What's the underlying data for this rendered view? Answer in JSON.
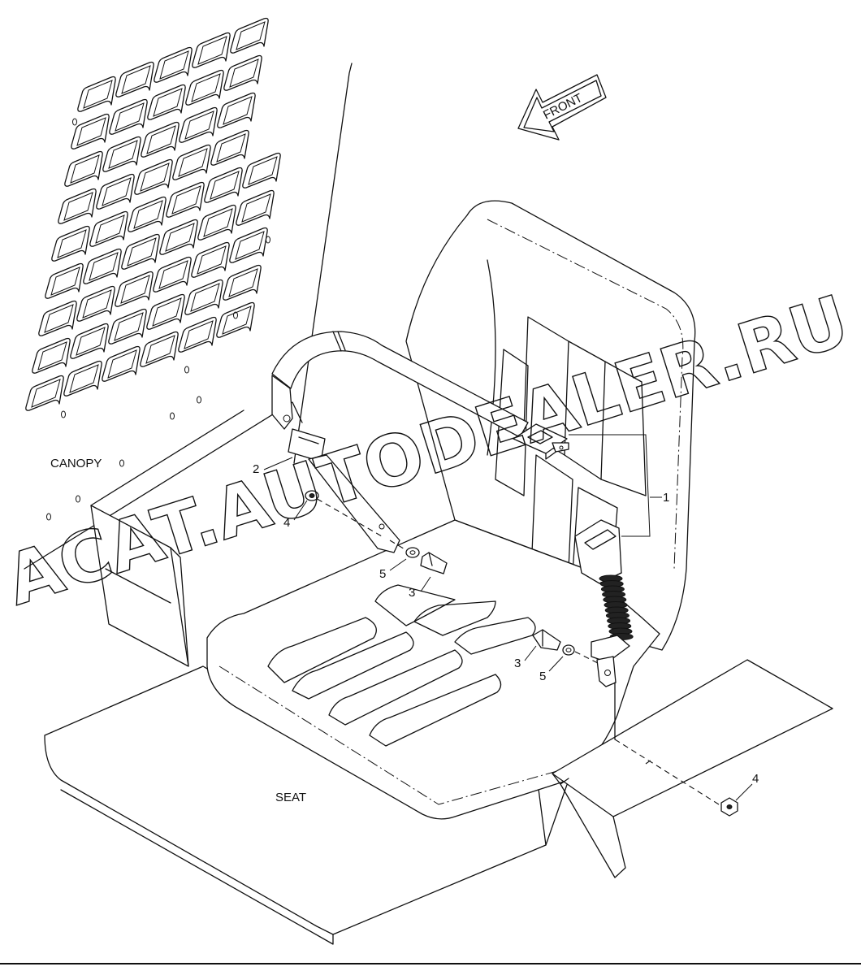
{
  "labels": {
    "front": "FRONT",
    "canopy": "CANOPY",
    "seat": "SEAT"
  },
  "callouts": {
    "c1": "1",
    "c2": "2",
    "c3a": "3",
    "c3b": "3",
    "c4a": "4",
    "c4b": "4",
    "c5a": "5",
    "c5b": "5"
  },
  "watermark": "ACAT.AUTODEALER.RU",
  "colors": {
    "line": "#111111",
    "background": "#ffffff"
  }
}
